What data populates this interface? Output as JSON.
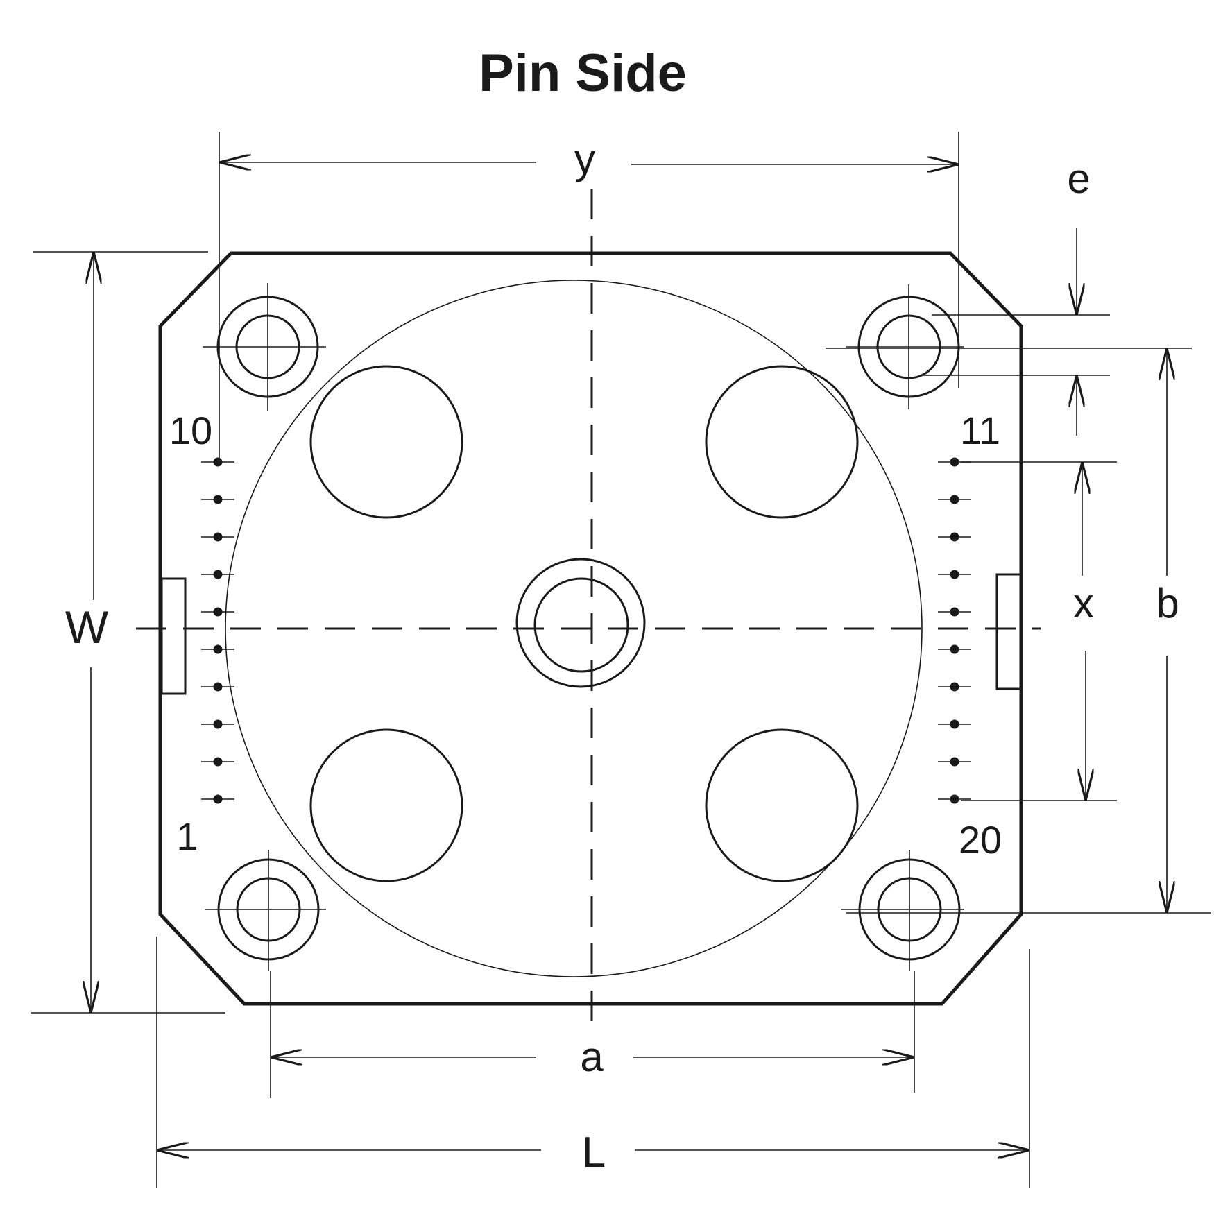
{
  "title": "Pin Side",
  "dimensions": {
    "y": "y",
    "e": "e",
    "W": "W",
    "x": "x",
    "b": "b",
    "a": "a",
    "L": "L"
  },
  "pins": {
    "top_left": "10",
    "bottom_left": "1",
    "top_right": "11",
    "bottom_right": "20"
  }
}
